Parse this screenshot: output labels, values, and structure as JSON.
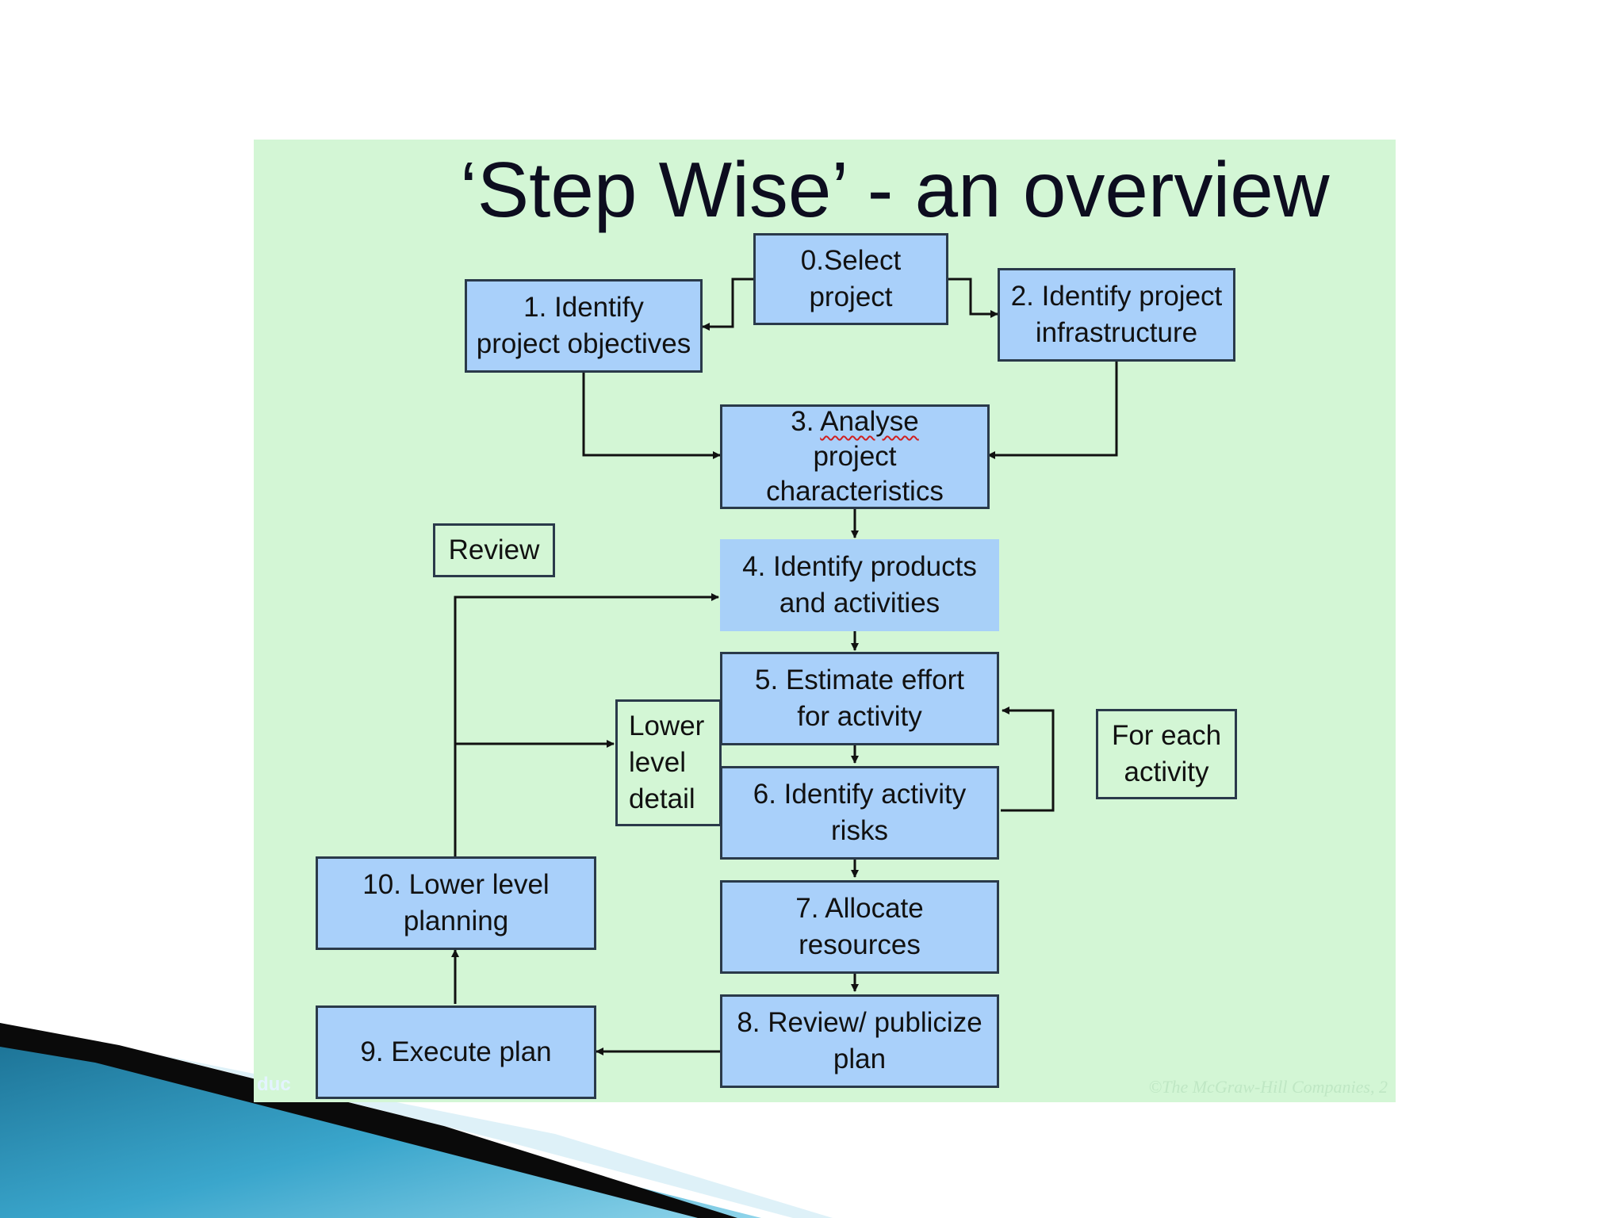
{
  "slide": {
    "title": "‘Step Wise’ - an overview",
    "watermark": "©The McGraw-Hill Companies, 2",
    "watermark_left": "duc"
  },
  "steps": {
    "s0": "0.Select\nproject",
    "s1": "1. Identify\nproject objectives",
    "s2": "2. Identify project\ninfrastructure",
    "s3_prefix": "3. ",
    "s3_word": "Analyse",
    "s3_rest": "project\ncharacteristics",
    "s4": "4. Identify products\nand activities",
    "s5": "5. Estimate effort\nfor activity",
    "s6": "6. Identify activity\nrisks",
    "s7": "7. Allocate\nresources",
    "s8": "8. Review/ publicize\nplan",
    "s9": "9. Execute plan",
    "s10": "10. Lower level\nplanning"
  },
  "labels": {
    "review": "Review",
    "lower_level_detail": "Lower\nlevel\ndetail",
    "for_each_activity": "For each\nactivity"
  },
  "colors": {
    "panel_background": "#d3f6d5",
    "box_fill": "#a9d0fa",
    "box_border": "#2a3a4a",
    "decoration_teal": "#2a8fb0"
  }
}
